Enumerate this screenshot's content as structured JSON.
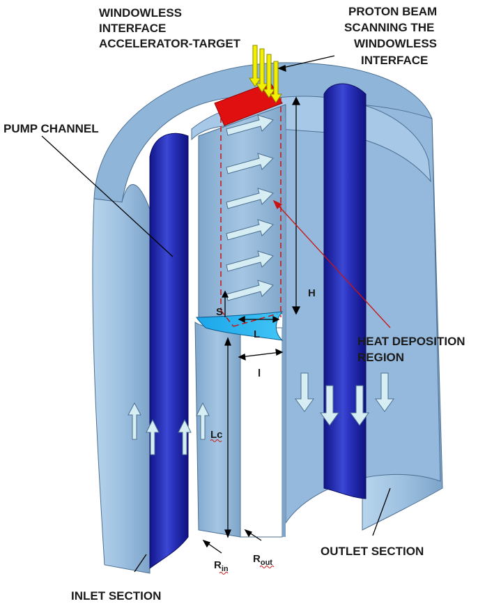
{
  "labels": {
    "windowless_1": "WINDOWLESS",
    "windowless_2": "INTERFACE",
    "windowless_3": "ACCELERATOR-TARGET",
    "proton_1": "PROTON BEAM",
    "proton_2": "SCANNING THE",
    "proton_3": "WINDOWLESS",
    "proton_4": "INTERFACE",
    "pump_channel": "PUMP CHANNEL",
    "heat_1": "HEAT DEPOSITION",
    "heat_2": "REGION",
    "outlet": "OUTLET SECTION",
    "inlet": "INLET SECTION",
    "H": "H",
    "S": "S",
    "L": "L",
    "l": "l",
    "Lc": "Lc",
    "R_in_main": "R",
    "R_in_sub": "in",
    "R_out_main": "R",
    "R_out_sub": "out"
  },
  "colors": {
    "outer_shell": "#9fc3e3",
    "outer_shell_dark": "#6f95bb",
    "inner_shell": "#8db5d9",
    "channel_blue": "#1d1fa8",
    "channel_highlight": "#4a5ce0",
    "target_red": "#e01010",
    "beam_yellow": "#f2f000",
    "liquid_blue": "#22b0f0",
    "arrow_fill": "#d6eef3",
    "red_line": "#c81414"
  }
}
